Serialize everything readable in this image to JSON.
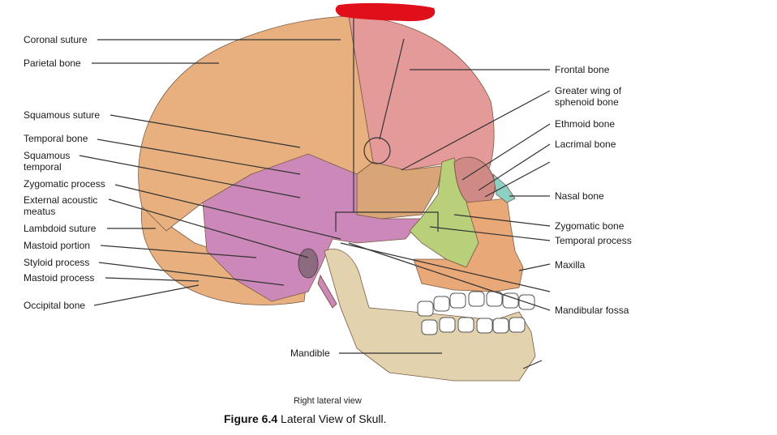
{
  "colors": {
    "parietal": "#e8b07f",
    "frontal": "#e49a98",
    "temporal": "#cc88b8",
    "zygomatic": "#b9d07a",
    "sphenoid": "#d9a577",
    "maxilla": "#e9a878",
    "mandible": "#e2d3ae",
    "nasal": "#8fd0c4",
    "teeth": "#ffffff",
    "redact": "#e0101a"
  },
  "labels_left": [
    "Coronal suture",
    "Parietal bone",
    "Squamous suture",
    "Temporal bone",
    "Squamous temporal",
    "Zygomatic process",
    "External acoustic meatus",
    "Lambdoid suture",
    "Mastoid portion",
    "Styloid process",
    "Mastoid process",
    "Occipital bone"
  ],
  "labels_right": [
    "Frontal bone",
    "Greater wing of sphenoid bone",
    "Ethmoid bone",
    "Lacrimal bone",
    "Nasal bone",
    "Zygomatic bone",
    "Temporal process",
    "Maxilla",
    "Mandibular fossa"
  ],
  "label_bottom": "Mandible",
  "view_text": "Right lateral view",
  "caption": {
    "number": "Figure 6.4",
    "text": " Lateral View of Skull."
  }
}
